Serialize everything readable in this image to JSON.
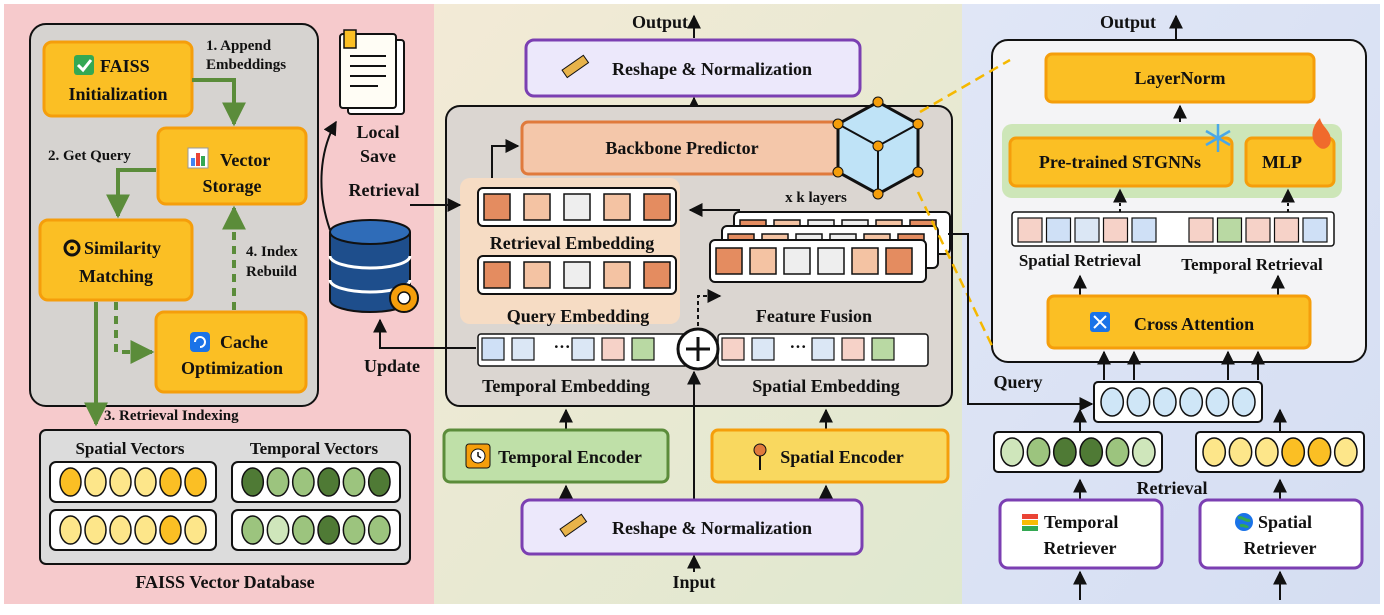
{
  "colors": {
    "left_panel_bg": "#f6c9cb",
    "mid_panel_bg": "#e7ecd2",
    "right_panel_bg": "#d9e2f4",
    "orange_box": "#fbbf24",
    "orange_border": "#f59e0b",
    "green_border": "#5b8c3a",
    "purple_border": "#7b3fb2",
    "backbone_fill": "#f4c7aa",
    "backbone_border": "#e07a3c",
    "temporal_enc_fill": "#bfe0a8",
    "spatial_enc_fill": "#f9d85f",
    "gray_panel": "#dcdcdc",
    "green_panel": "#cde6b8"
  },
  "icons": {
    "faiss": "checkmark-icon",
    "vector_storage": "bar-chart-icon",
    "similarity": "gear-icon",
    "cache": "refresh-icon",
    "local_save": "document-icon",
    "database": "database-icon",
    "reshape": "ruler-icon",
    "temporal_encoder": "alarm-clock-icon",
    "spatial_encoder": "pin-icon",
    "cube": "cube-network-icon",
    "pretrained": "snowflake-icon",
    "mlp": "flame-icon",
    "cross_attention": "shuffle-icon",
    "temporal_retriever": "books-icon",
    "spatial_retriever": "globe-icon",
    "fusion": "plus-circle-icon"
  },
  "left": {
    "faiss_line1": "FAISS",
    "faiss_line2": "Initialization",
    "step1_line1": "1. Append",
    "step1_line2": "Embeddings",
    "step2": "2. Get Query",
    "vector_line1": "Vector",
    "vector_line2": "Storage",
    "similarity_line1": "Similarity",
    "similarity_line2": "Matching",
    "step4_line1": "4. Index",
    "step4_line2": "Rebuild",
    "cache_line1": "Cache",
    "cache_line2": "Optimization",
    "step3": "3. Retrieval Indexing",
    "spatial_vectors": "Spatial Vectors",
    "temporal_vectors": "Temporal Vectors",
    "db_title": "FAISS Vector Database"
  },
  "bridge": {
    "local_save_line1": "Local",
    "local_save_line2": "Save",
    "retrieval": "Retrieval",
    "update": "Update"
  },
  "middle": {
    "output": "Output",
    "reshape_top": "Reshape & Normalization",
    "backbone": "Backbone Predictor",
    "k_layers": "x k layers",
    "retrieval_embedding": "Retrieval Embedding",
    "query_embedding": "Query Embedding",
    "feature_fusion": "Feature Fusion",
    "dots": "···",
    "temporal_embedding": "Temporal Embedding",
    "spatial_embedding": "Spatial Embedding",
    "temporal_encoder": "Temporal Encoder",
    "spatial_encoder": "Spatial Encoder",
    "reshape_bottom": "Reshape & Normalization",
    "input": "Input"
  },
  "right": {
    "output": "Output",
    "layernorm": "LayerNorm",
    "pretrained": "Pre-trained STGNNs",
    "mlp": "MLP",
    "spatial_retrieval": "Spatial Retrieval",
    "temporal_retrieval": "Temporal Retrieval",
    "cross_attention": "Cross Attention",
    "query": "Query",
    "retrieval": "Retrieval",
    "temporal_retriever_line1": "Temporal",
    "temporal_retriever_line2": "Retriever",
    "spatial_retriever_line1": "Spatial",
    "spatial_retriever_line2": "Retriever"
  }
}
